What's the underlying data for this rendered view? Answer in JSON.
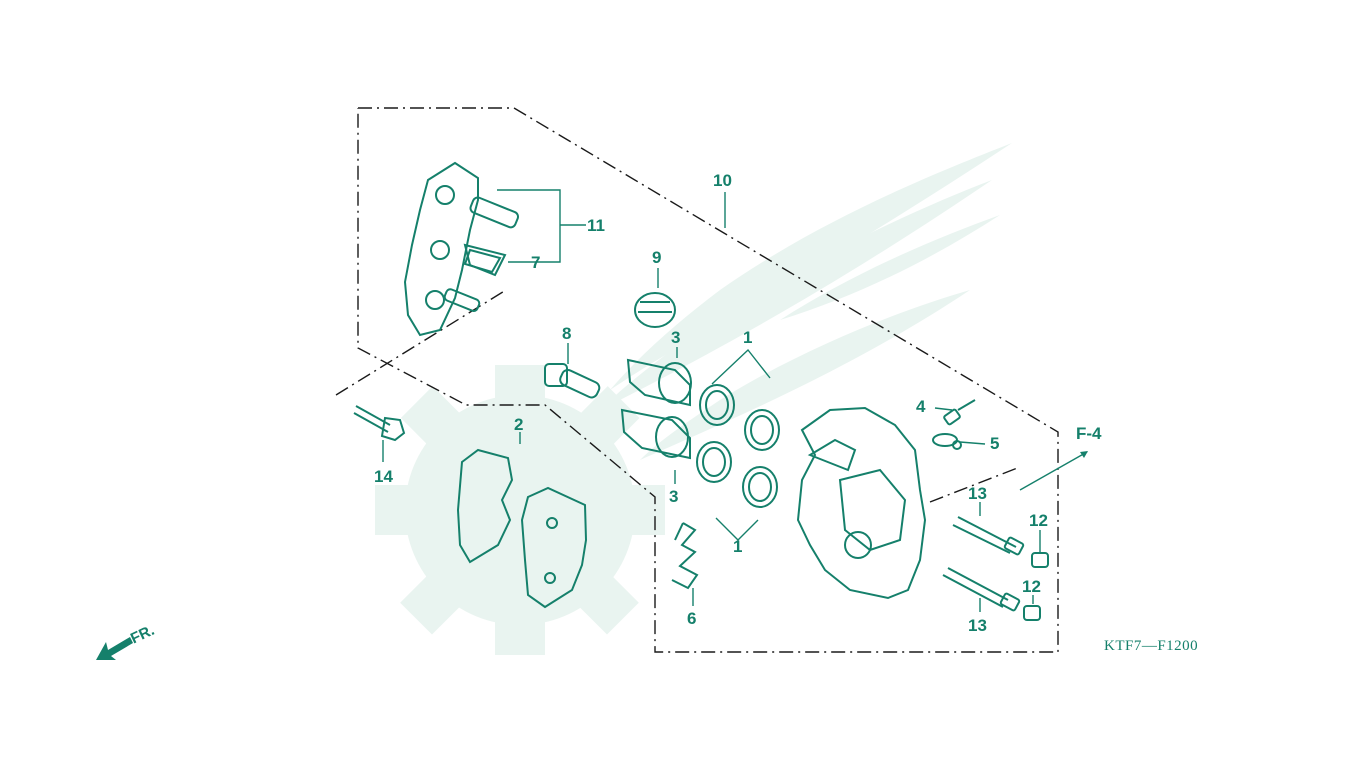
{
  "colors": {
    "ink": "#15806b",
    "frame": "#1a1a1a",
    "watermark": "#e9f4f0"
  },
  "labels": {
    "p1a": "1",
    "p1b": "1",
    "p2": "2",
    "p3a": "3",
    "p3b": "3",
    "p4": "4",
    "p5": "5",
    "p6": "6",
    "p7": "7",
    "p8": "8",
    "p9": "9",
    "p10": "10",
    "p11": "11",
    "p12a": "12",
    "p12b": "12",
    "p13a": "13",
    "p13b": "13",
    "p14": "14"
  },
  "reference": "F-4",
  "diagram_code": "KTF7—F1200",
  "direction": {
    "label": "FR.",
    "icon": "arrow-front-icon"
  }
}
